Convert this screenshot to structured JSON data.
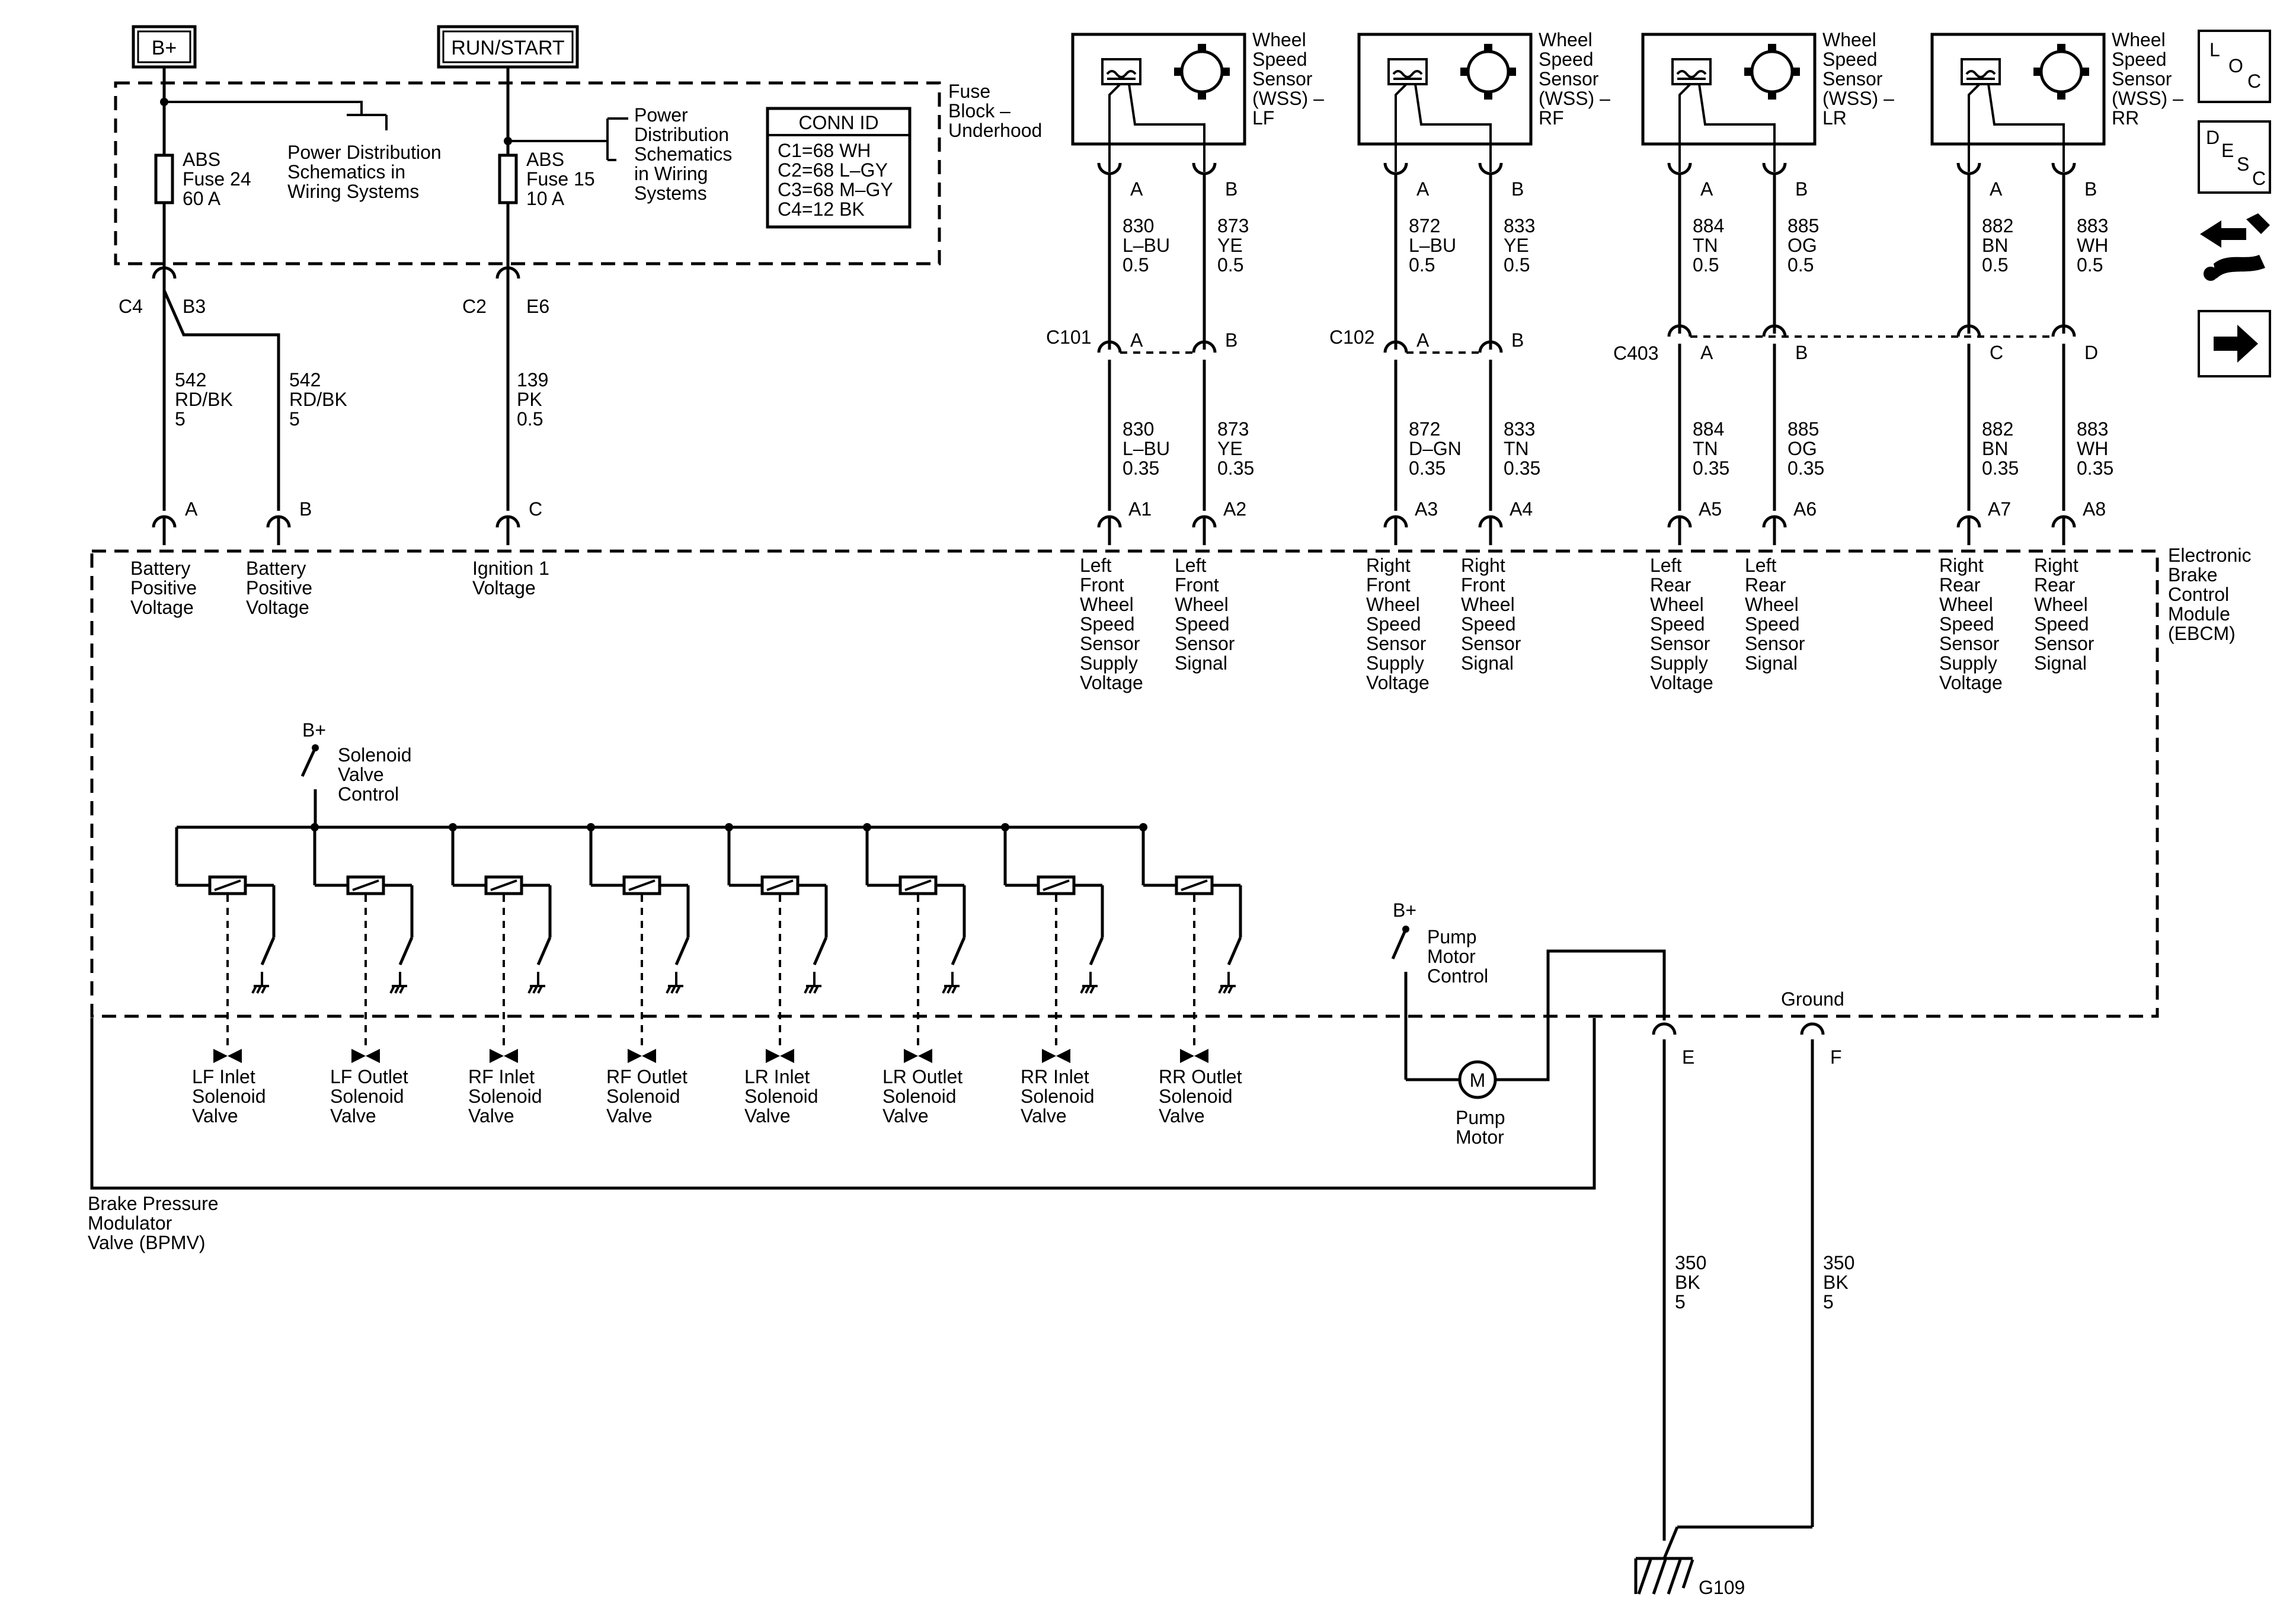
{
  "power": {
    "bplus": "B+",
    "runstart": "RUN/START"
  },
  "fuse_block": {
    "title": [
      "Fuse",
      "Block –",
      "Underhood"
    ],
    "fuse_abs24": [
      "ABS",
      "Fuse 24",
      "60 A"
    ],
    "fuse_abs15": [
      "ABS",
      "Fuse 15",
      "10 A"
    ],
    "pds_ref_1": [
      "Power Distribution",
      "Schematics in",
      "Wiring Systems"
    ],
    "pds_ref_2": [
      "Power",
      "Distribution",
      "Schematics",
      "in Wiring",
      "Systems"
    ],
    "conn_id": {
      "header": "CONN ID",
      "rows": [
        "C1=68 WH",
        "C2=68 L–GY",
        "C3=68 M–GY",
        "C4=12 BK"
      ]
    }
  },
  "feed_wires": {
    "c4_label": "C4",
    "b3_label": "B3",
    "c2_label": "C2",
    "e6_label": "E6",
    "w542a": [
      "542",
      "RD/BK",
      "5"
    ],
    "w542b": [
      "542",
      "RD/BK",
      "5"
    ],
    "w139": [
      "139",
      "PK",
      "0.5"
    ]
  },
  "wss_sensors": [
    {
      "label": [
        "Wheel",
        "Speed",
        "Sensor",
        "(WSS) –",
        "LF"
      ]
    },
    {
      "label": [
        "Wheel",
        "Speed",
        "Sensor",
        "(WSS) –",
        "RF"
      ]
    },
    {
      "label": [
        "Wheel",
        "Speed",
        "Sensor",
        "(WSS) –",
        "LR"
      ]
    },
    {
      "label": [
        "Wheel",
        "Speed",
        "Sensor",
        "(WSS) –",
        "RR"
      ]
    }
  ],
  "pins_ab": [
    "A",
    "B"
  ],
  "upper_wires": [
    [
      "830",
      "L–BU",
      "0.5"
    ],
    [
      "873",
      "YE",
      "0.5"
    ],
    [
      "872",
      "L–BU",
      "0.5"
    ],
    [
      "833",
      "YE",
      "0.5"
    ],
    [
      "884",
      "TN",
      "0.5"
    ],
    [
      "885",
      "OG",
      "0.5"
    ],
    [
      "882",
      "BN",
      "0.5"
    ],
    [
      "883",
      "WH",
      "0.5"
    ]
  ],
  "inline_connectors": {
    "c101": "C101",
    "c102": "C102",
    "c403": "C403",
    "c403_pins": [
      "A",
      "B",
      "C",
      "D"
    ]
  },
  "lower_wires": [
    [
      "830",
      "L–BU",
      "0.35"
    ],
    [
      "873",
      "YE",
      "0.35"
    ],
    [
      "872",
      "D–GN",
      "0.35"
    ],
    [
      "833",
      "TN",
      "0.35"
    ],
    [
      "884",
      "TN",
      "0.35"
    ],
    [
      "885",
      "OG",
      "0.35"
    ],
    [
      "882",
      "BN",
      "0.35"
    ],
    [
      "883",
      "WH",
      "0.35"
    ]
  ],
  "ebcm_pins": [
    "A1",
    "A2",
    "A3",
    "A4",
    "A5",
    "A6",
    "A7",
    "A8"
  ],
  "ebcm_pin_labels": [
    [
      "Left",
      "Front",
      "Wheel",
      "Speed",
      "Sensor",
      "Supply",
      "Voltage"
    ],
    [
      "Left",
      "Front",
      "Wheel",
      "Speed",
      "Sensor",
      "Signal"
    ],
    [
      "Right",
      "Front",
      "Wheel",
      "Speed",
      "Sensor",
      "Supply",
      "Voltage"
    ],
    [
      "Right",
      "Front",
      "Wheel",
      "Speed",
      "Sensor",
      "Signal"
    ],
    [
      "Left",
      "Rear",
      "Wheel",
      "Speed",
      "Sensor",
      "Supply",
      "Voltage"
    ],
    [
      "Left",
      "Rear",
      "Wheel",
      "Speed",
      "Sensor",
      "Signal"
    ],
    [
      "Right",
      "Rear",
      "Wheel",
      "Speed",
      "Sensor",
      "Supply",
      "Voltage"
    ],
    [
      "Right",
      "Rear",
      "Wheel",
      "Speed",
      "Sensor",
      "Signal"
    ]
  ],
  "ebcm": {
    "title": [
      "Electronic",
      "Brake",
      "Control",
      "Module",
      "(EBCM)"
    ],
    "pin_a": "A",
    "pin_b": "B",
    "pin_c": "C",
    "batt_a": [
      "Battery",
      "Positive",
      "Voltage"
    ],
    "batt_b": [
      "Battery",
      "Positive",
      "Voltage"
    ],
    "ign": [
      "Ignition 1",
      "Voltage"
    ],
    "solenoid_bplus": "B+",
    "solenoid_ctrl": [
      "Solenoid",
      "Valve",
      "Control"
    ],
    "pump_bplus": "B+",
    "pump_ctrl": [
      "Pump",
      "Motor",
      "Control"
    ],
    "ground_label": "Ground",
    "pin_e": "E",
    "pin_f": "F"
  },
  "bpmv": {
    "title": [
      "Brake Pressure",
      "Modulator",
      "Valve (BPMV)"
    ],
    "valves": [
      [
        "LF Inlet",
        "Solenoid",
        "Valve"
      ],
      [
        "LF Outlet",
        "Solenoid",
        "Valve"
      ],
      [
        "RF Inlet",
        "Solenoid",
        "Valve"
      ],
      [
        "RF Outlet",
        "Solenoid",
        "Valve"
      ],
      [
        "LR Inlet",
        "Solenoid",
        "Valve"
      ],
      [
        "LR Outlet",
        "Solenoid",
        "Valve"
      ],
      [
        "RR Inlet",
        "Solenoid",
        "Valve"
      ],
      [
        "RR Outlet",
        "Solenoid",
        "Valve"
      ]
    ],
    "pump_motor_symbol": "M",
    "pump_motor": [
      "Pump",
      "Motor"
    ]
  },
  "ground_wires": {
    "e": [
      "350",
      "BK",
      "5"
    ],
    "f": [
      "350",
      "BK",
      "5"
    ],
    "g109": "G109"
  },
  "side_icons": {
    "loc": [
      "L",
      "O",
      "C"
    ],
    "desc": [
      "D",
      "E",
      "S",
      "C"
    ]
  }
}
